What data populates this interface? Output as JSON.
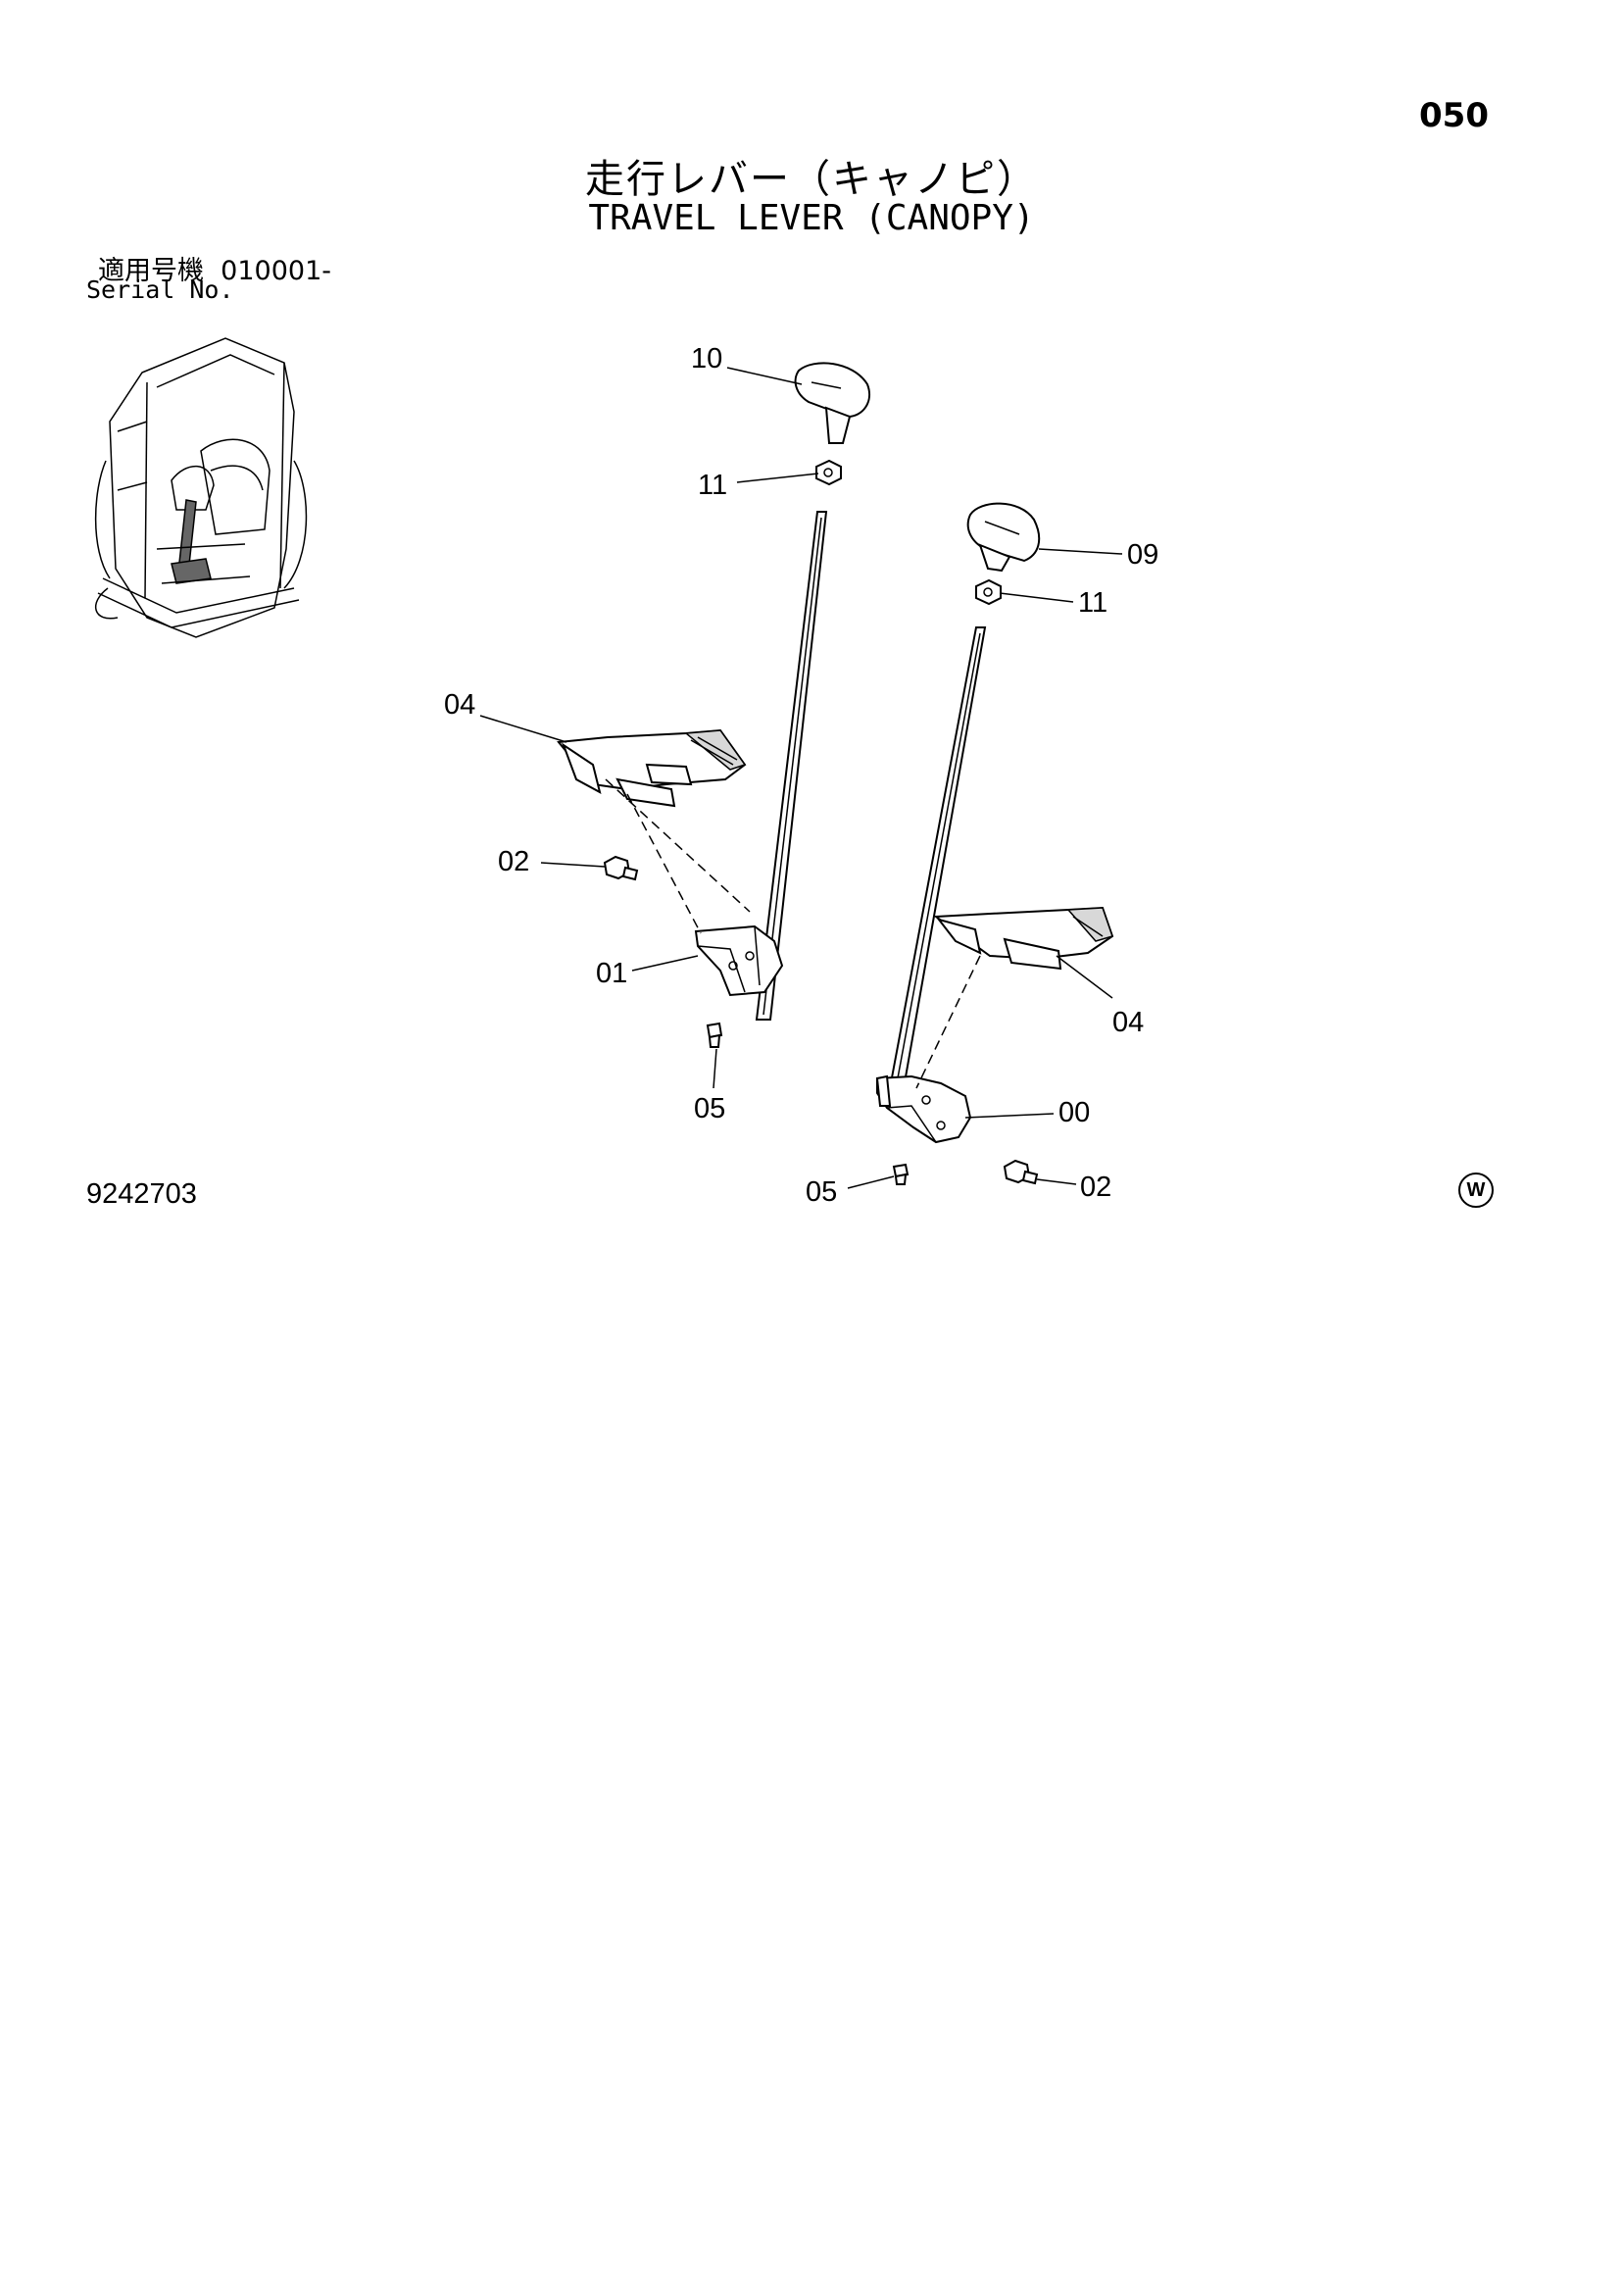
{
  "page_number": "050",
  "title_jp": "走行レバー（キャノピ）",
  "title_en": "TRAVEL LEVER (CANOPY)",
  "serial": {
    "label_jp": "適用号機",
    "range": "010001-",
    "label_en": "Serial No."
  },
  "drawing_number": "9242703",
  "watermark": "W",
  "callouts": {
    "knob_left": "10",
    "nut_left": "11",
    "knob_right": "09",
    "nut_right": "11",
    "pedal_left": "04",
    "bolt_left": "02",
    "bracket_left": "01",
    "screw_left": "05",
    "pedal_right": "04",
    "bracket_right": "00",
    "screw_right": "05",
    "bolt_right": "02"
  }
}
